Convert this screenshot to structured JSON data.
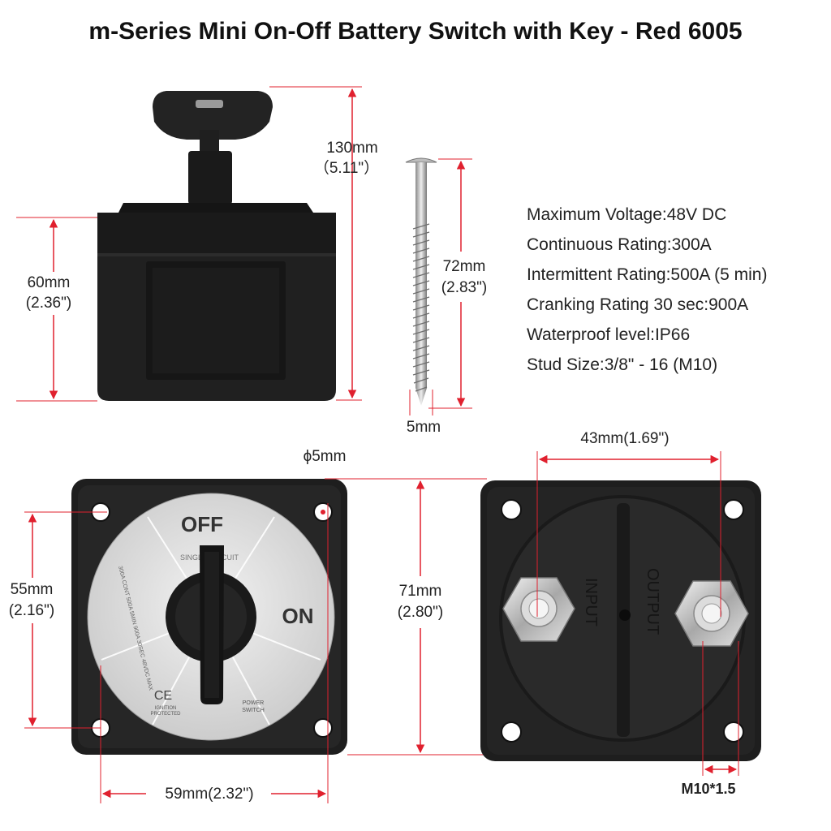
{
  "title": "m-Series Mini On-Off Battery Switch with Key - Red 6005",
  "dimensions": {
    "total_height": "130mm",
    "total_height_in": "（5.11\"）",
    "body_height": "60mm",
    "body_height_in": "(2.36\")",
    "screw_length": "72mm",
    "screw_length_in": "(2.83\")",
    "screw_dia": "5mm",
    "hole_dia": "ϕ5mm",
    "stud_spacing": "43mm(1.69\")",
    "hole_spacing_v": "55mm",
    "hole_spacing_v_in": "(2.16\")",
    "face_height": "71mm",
    "face_height_in": "(2.80\")",
    "face_width": "59mm(2.32\")",
    "stud_thread": "M10*1.5"
  },
  "specs": [
    "Maximum Voltage:48V DC",
    "Continuous Rating:300A",
    "Intermittent Rating:500A (5 min)",
    "Cranking Rating 30 sec:900A",
    "Waterproof level:IP66",
    "Stud Size:3/8\" - 16 (M10)"
  ],
  "switch_face": {
    "off_label": "OFF",
    "on_label": "ON",
    "circuit_label": "SINGLE CIRCUIT",
    "power_label_1": "POWER",
    "power_label_2": "SWITCH",
    "ignition_label_1": "IGNITION",
    "ignition_label_2": "PROTECTED",
    "ce_mark": "CE",
    "rating_text": "300A CONT 500A 5MIN 900A 30SEC  48VDC MAX"
  },
  "back_labels": {
    "input": "INPUT",
    "output": "OUTPUT"
  },
  "colors": {
    "dimension_line": "#e0202e",
    "body": "#1c1c1c",
    "face_plate": "#d9d9d9"
  }
}
